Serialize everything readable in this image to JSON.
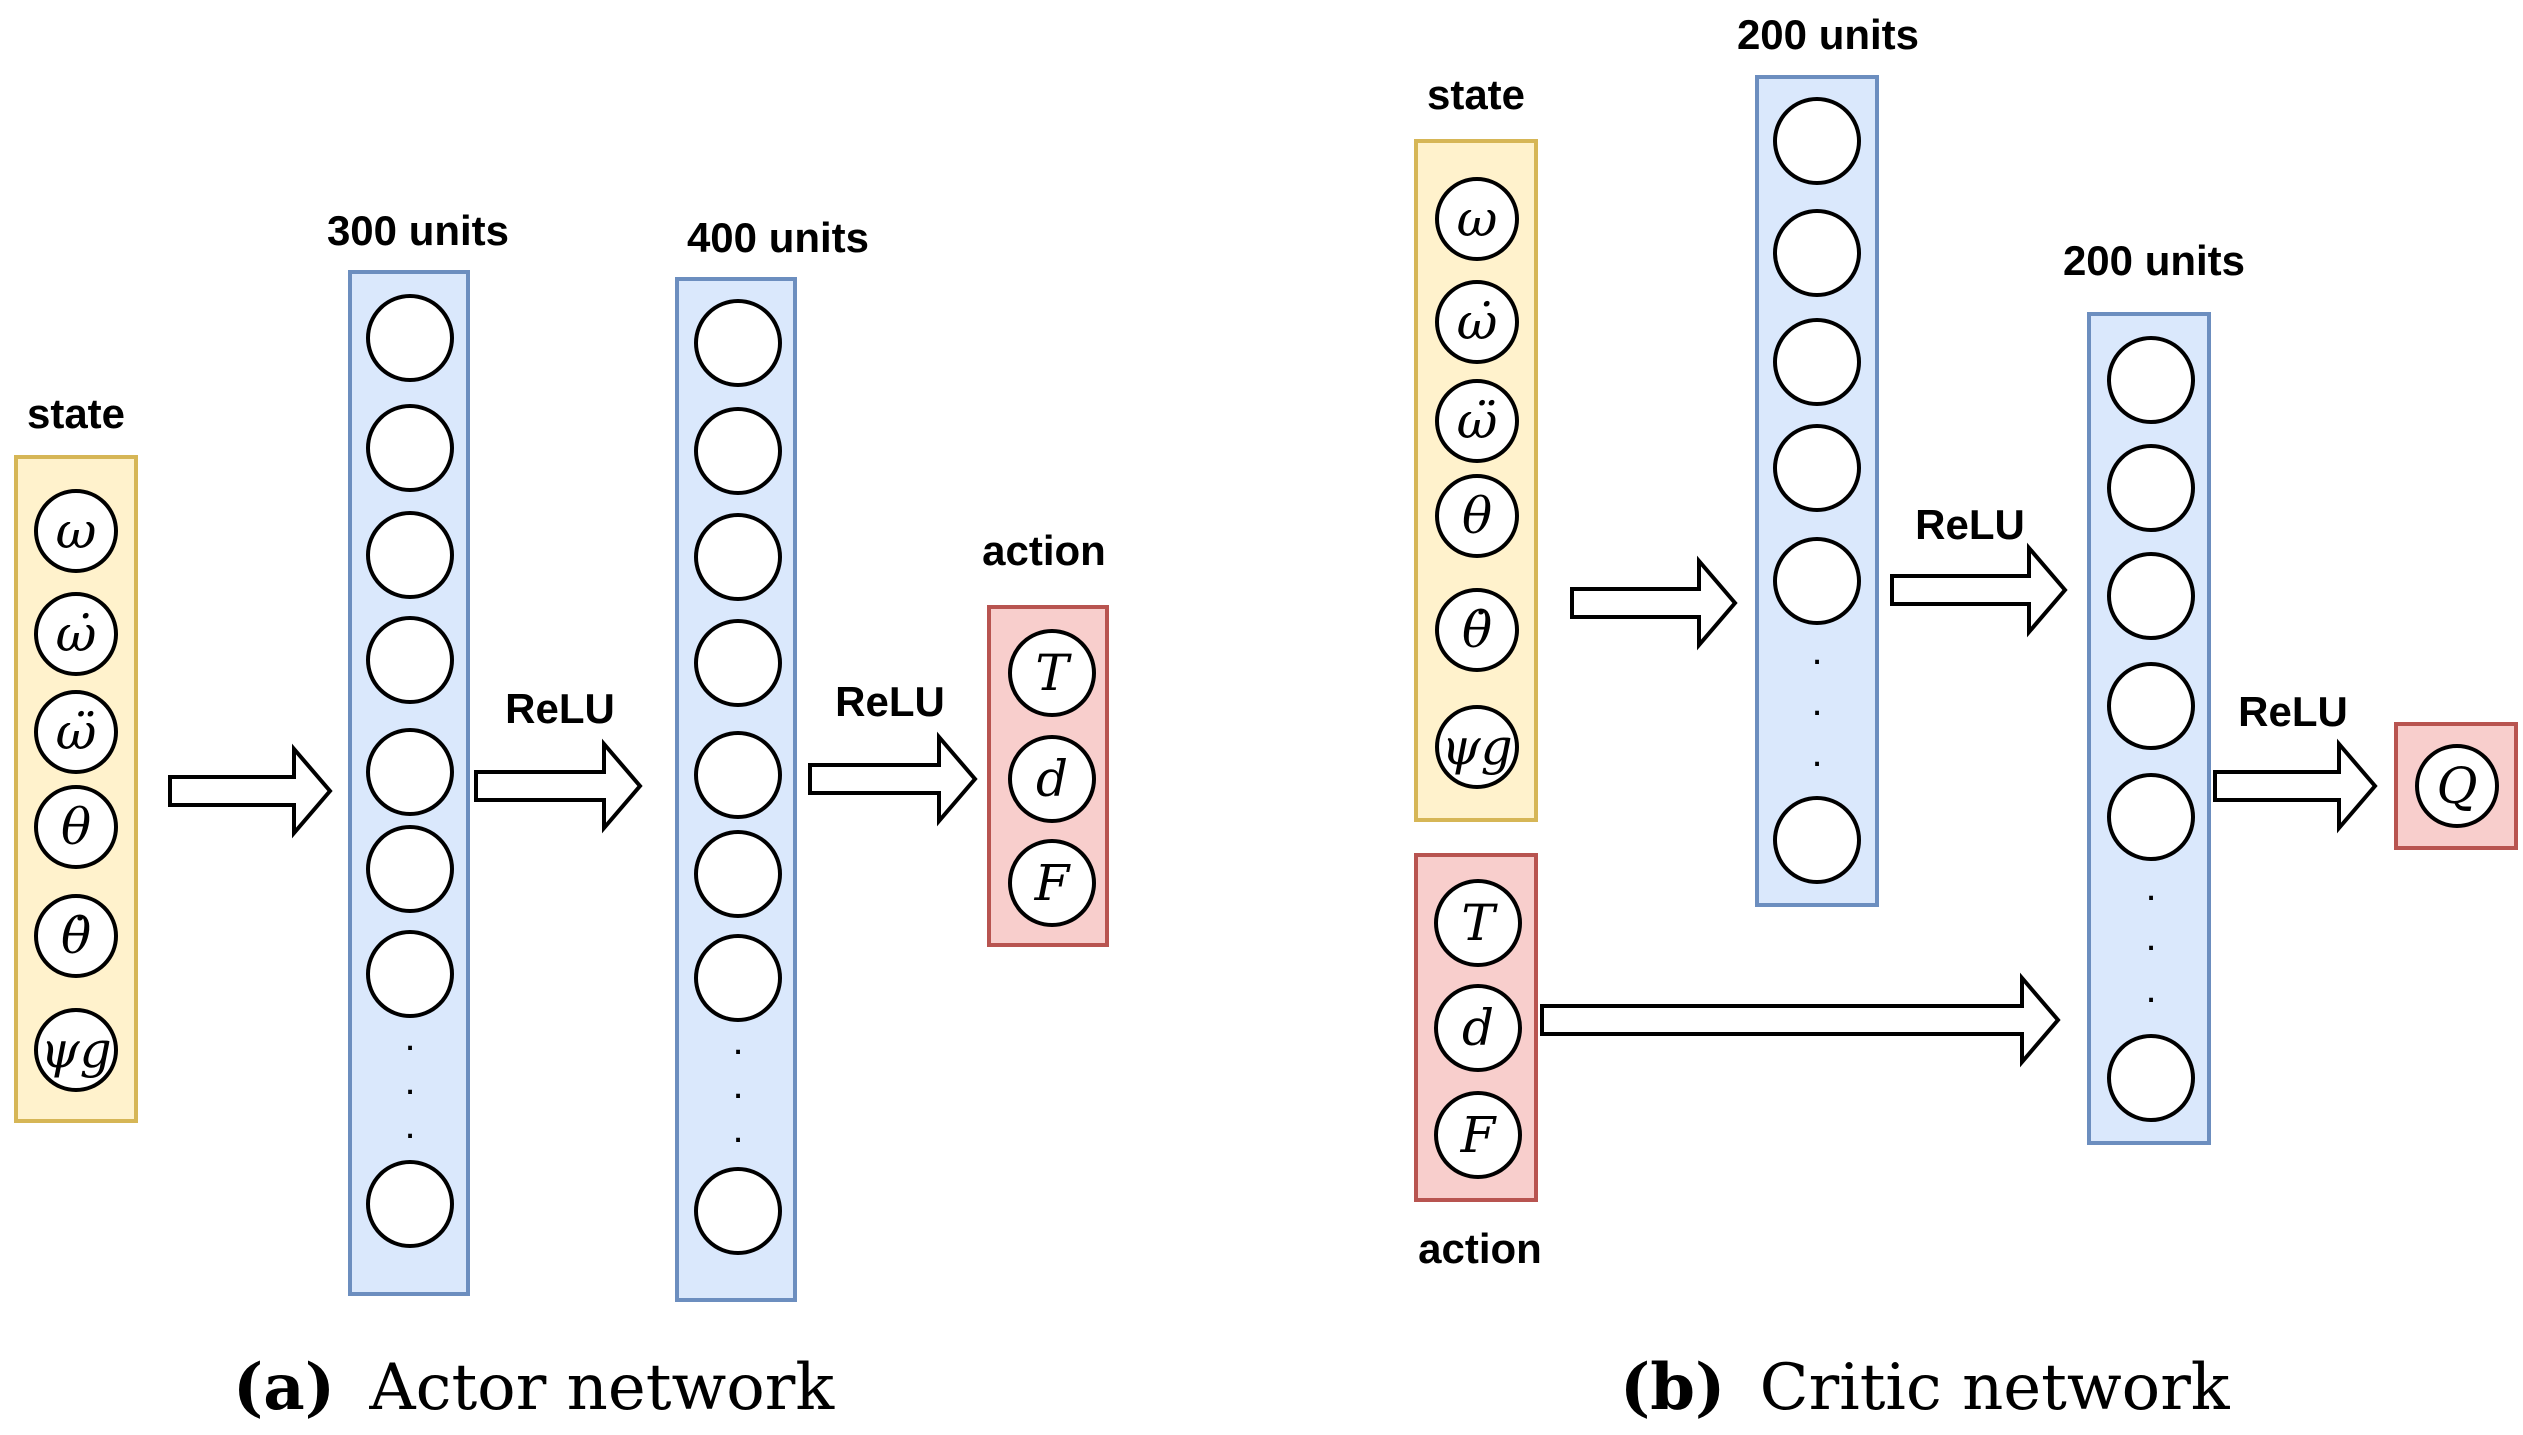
{
  "actor": {
    "state_label": "state",
    "state_inputs": [
      "ω",
      "ω̇",
      "ω̈",
      "θ",
      "θ̇",
      "ψg"
    ],
    "hidden1_label": "300 units",
    "hidden2_label": "400 units",
    "activation1": "ReLU",
    "activation2": "ReLU",
    "action_label": "action",
    "action_outputs": [
      "T",
      "d",
      "F"
    ],
    "caption_letter": "(a)",
    "caption_text": "Actor network"
  },
  "critic": {
    "state_label": "state",
    "state_inputs": [
      "ω",
      "ω̇",
      "ω̈",
      "θ",
      "θ̇",
      "ψg"
    ],
    "hidden1_label": "200 units",
    "hidden2_label": "200 units",
    "activation1": "ReLU",
    "activation2": "ReLU",
    "action_label": "action",
    "action_inputs": [
      "T",
      "d",
      "F"
    ],
    "output": "Q",
    "caption_letter": "(b)",
    "caption_text": "Critic network"
  },
  "colors": {
    "state_fill": "#fff2cc",
    "state_stroke": "#d6b656",
    "hidden_fill": "#dae8fc",
    "hidden_stroke": "#6c8ebf",
    "action_fill": "#f8cecc",
    "action_stroke": "#b85450"
  }
}
